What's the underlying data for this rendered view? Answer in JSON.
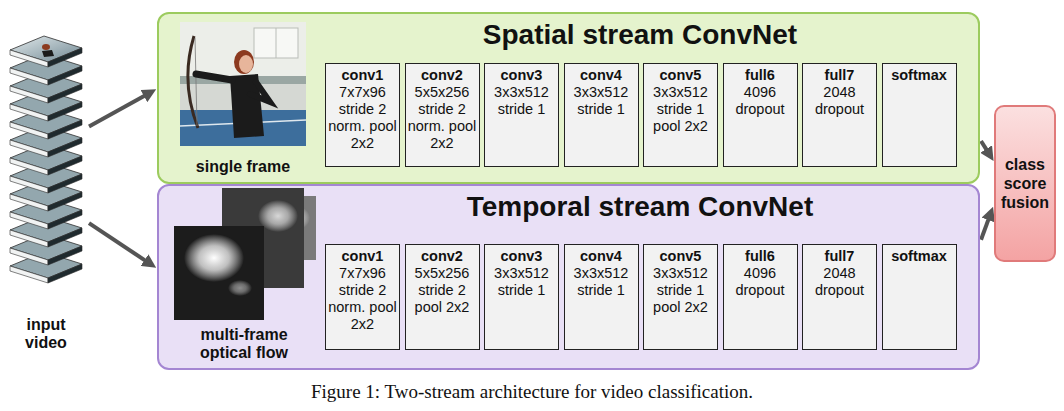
{
  "diagram": {
    "caption": "Figure 1: Two-stream architecture for video classification.",
    "nodes": [
      {
        "text": [
          "input video"
        ]
      },
      {
        "text": [
          "Spatial stream ConvNet"
        ]
      },
      {
        "text": [
          "single frame"
        ],
        "in": 1
      },
      {
        "text": [
          "conv1",
          "7x7x96 stride 2 norm. pool 2x2"
        ],
        "in": 1
      },
      {
        "text": [
          "conv2",
          "5x5x256 stride 2 norm. pool 2x2"
        ],
        "in": 1
      },
      {
        "text": [
          "conv3",
          "3x3x512 stride 1"
        ],
        "in": 1
      },
      {
        "text": [
          "conv4",
          "3x3x512 stride 1"
        ],
        "in": 1
      },
      {
        "text": [
          "conv5",
          "3x3x512 stride 1 pool 2x2"
        ],
        "in": 1
      },
      {
        "text": [
          "full6",
          "4096 dropout"
        ],
        "in": 1
      },
      {
        "text": [
          "full7",
          "2048 dropout"
        ],
        "in": 1
      },
      {
        "text": [
          "softmax"
        ],
        "in": 1
      },
      {
        "text": [
          "Temporal stream ConvNet"
        ]
      },
      {
        "text": [
          "multi-frame optical flow"
        ],
        "in": 11
      },
      {
        "text": [
          "conv1",
          "7x7x96 stride 2 norm. pool 2x2"
        ],
        "in": 11
      },
      {
        "text": [
          "conv2",
          "5x5x256 stride 2 pool 2x2"
        ],
        "in": 11
      },
      {
        "text": [
          "conv3",
          "3x3x512 stride 1"
        ],
        "in": 11
      },
      {
        "text": [
          "conv4",
          "3x3x512 stride 1"
        ],
        "in": 11
      },
      {
        "text": [
          "conv5",
          "3x3x512 stride 1 pool 2x2"
        ],
        "in": 11
      },
      {
        "text": [
          "full6",
          "4096 dropout"
        ],
        "in": 11
      },
      {
        "text": [
          "full7",
          "2048 dropout"
        ],
        "in": 11
      },
      {
        "text": [
          "softmax"
        ],
        "in": 11
      },
      {
        "text": [
          "class score fusion"
        ]
      }
    ],
    "edges": [
      {
        "from": 0,
        "to": 1,
        "arrow": "to"
      },
      {
        "from": 0,
        "to": 11,
        "arrow": "to"
      },
      {
        "from": 1,
        "to": 21,
        "arrow": "to"
      },
      {
        "from": 11,
        "to": 21,
        "arrow": "to"
      }
    ]
  }
}
